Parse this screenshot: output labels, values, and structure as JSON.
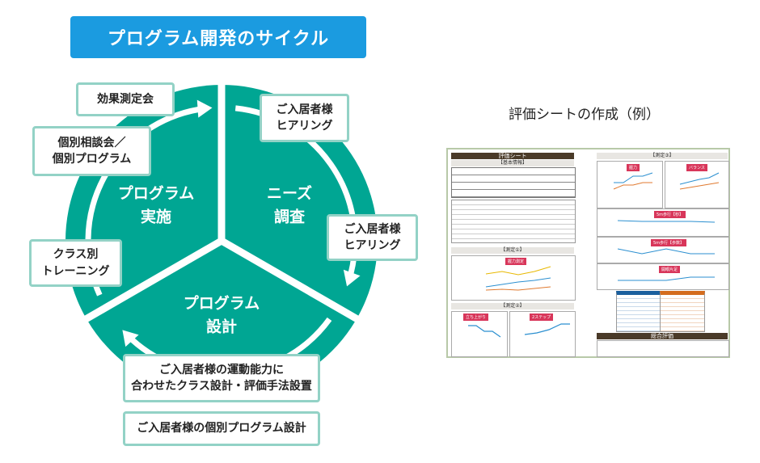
{
  "title": "プログラム開発のサイクル",
  "colors": {
    "title_bg": "#1b9be0",
    "cycle": "#00a693",
    "box_border": "#93d2c6"
  },
  "sectors": {
    "needs": "ニーズ\n調査",
    "design": "プログラム\n設計",
    "implement": "プログラム\n実施"
  },
  "boxes": {
    "effect": "効果測定会",
    "consult": "個別相談会／\n個別プログラム",
    "hearing1": "ご入居者様\nヒアリング",
    "hearing2": "ご入居者様\nヒアリング",
    "class": "クラス別\nトレーニング",
    "class_design": "ご入居者様の運動能力に\n合わせたクラス設計・評価手法設置",
    "individual_design": "ご入居者様の個別プログラム設計"
  },
  "sheet": {
    "caption": "評価シートの作成（例）",
    "title": "評価シート",
    "basic": "【基本情報】",
    "m1": "【測定①】",
    "m2": "【測定②】",
    "m3": "【測定③】",
    "summary": "総合評価",
    "tags": [
      "握力測定",
      "立ち上がり",
      "2ステップ",
      "握力",
      "バランス",
      "5m歩行【秒】",
      "5m歩行【歩数】",
      "開眼片足"
    ]
  }
}
